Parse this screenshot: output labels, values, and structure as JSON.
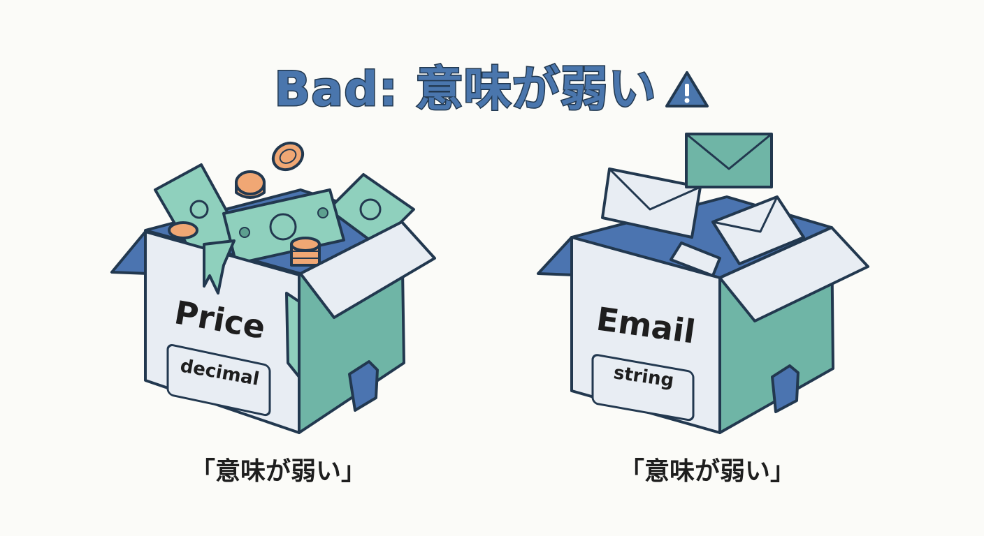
{
  "title": {
    "text": "Bad: 意味が弱い",
    "icon": "warning-triangle-icon"
  },
  "boxes": [
    {
      "label": "Price",
      "type": "decimal",
      "caption": "「意味が弱い」",
      "contents": "money-and-coins"
    },
    {
      "label": "Email",
      "type": "string",
      "caption": "「意味が弱い」",
      "contents": "envelopes"
    }
  ],
  "colors": {
    "title_fill": "#4a76ad",
    "outline": "#22384f",
    "box_front": "#e8edf3",
    "box_side": "#6fb5a6",
    "box_inner": "#4b74b0",
    "money": "#8fd0bd",
    "coin": "#f0a774"
  }
}
